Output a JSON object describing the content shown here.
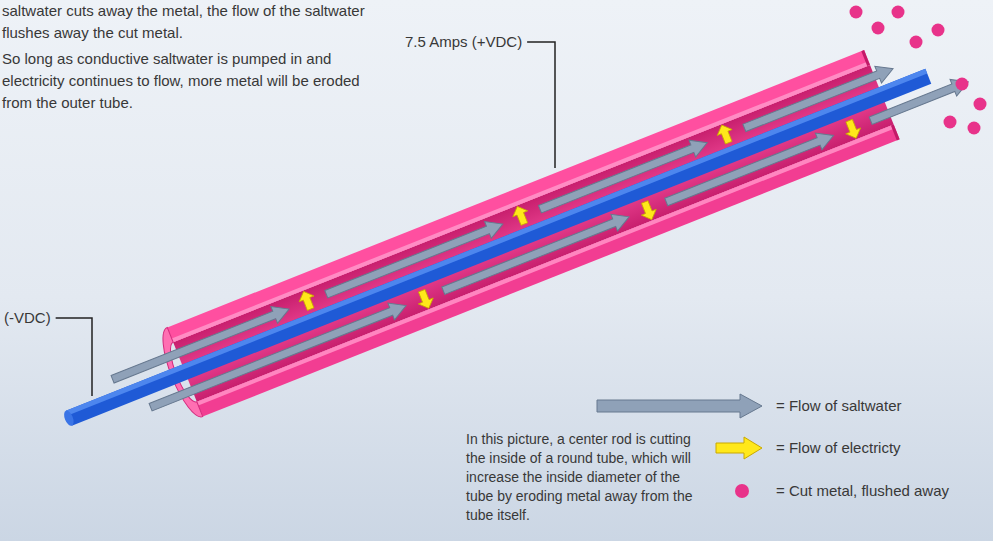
{
  "diagram": {
    "labels": [
      "saltwater cuts away the metal, the flow of the saltwater flushes away the cut metal.",
      "So long as conductive saltwater is pumped in and electricity continues to flow, more metal will be eroded from the outer tube.",
      "7.5 Amps (+VDC)",
      "(-VDC)",
      "In this picture, a center rod is cutting the inside of a round tube, which will increase the inside diameter of the tube by eroding metal away from the tube itself."
    ],
    "legend": [
      {
        "text": "= Flow of saltwater"
      },
      {
        "text": "= Flow of electricty"
      },
      {
        "text": "= Cut metal, flushed away",
        "color": "#e8338a"
      }
    ]
  }
}
